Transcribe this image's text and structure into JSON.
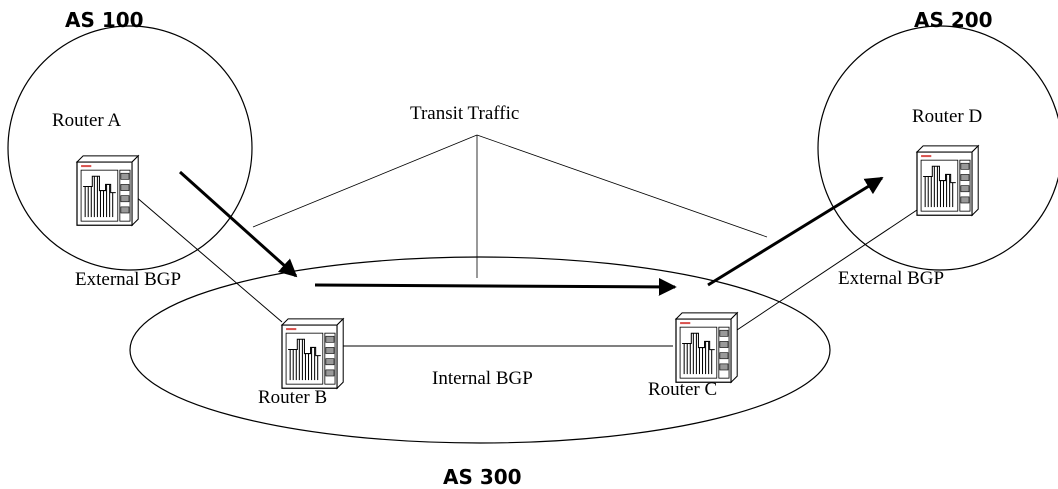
{
  "as_labels": {
    "as100": "AS 100",
    "as200": "AS 200",
    "as300": "AS 300"
  },
  "routers": {
    "a": "Router A",
    "b": "Router B",
    "c": "Router C",
    "d": "Router D"
  },
  "links": {
    "external_left": "External BGP",
    "external_right": "External BGP",
    "internal": "Internal BGP"
  },
  "annotations": {
    "transit": "Transit Traffic"
  },
  "colors": {
    "line": "#000000",
    "router_body": "#ffffff",
    "router_accent": "#d9534f"
  }
}
